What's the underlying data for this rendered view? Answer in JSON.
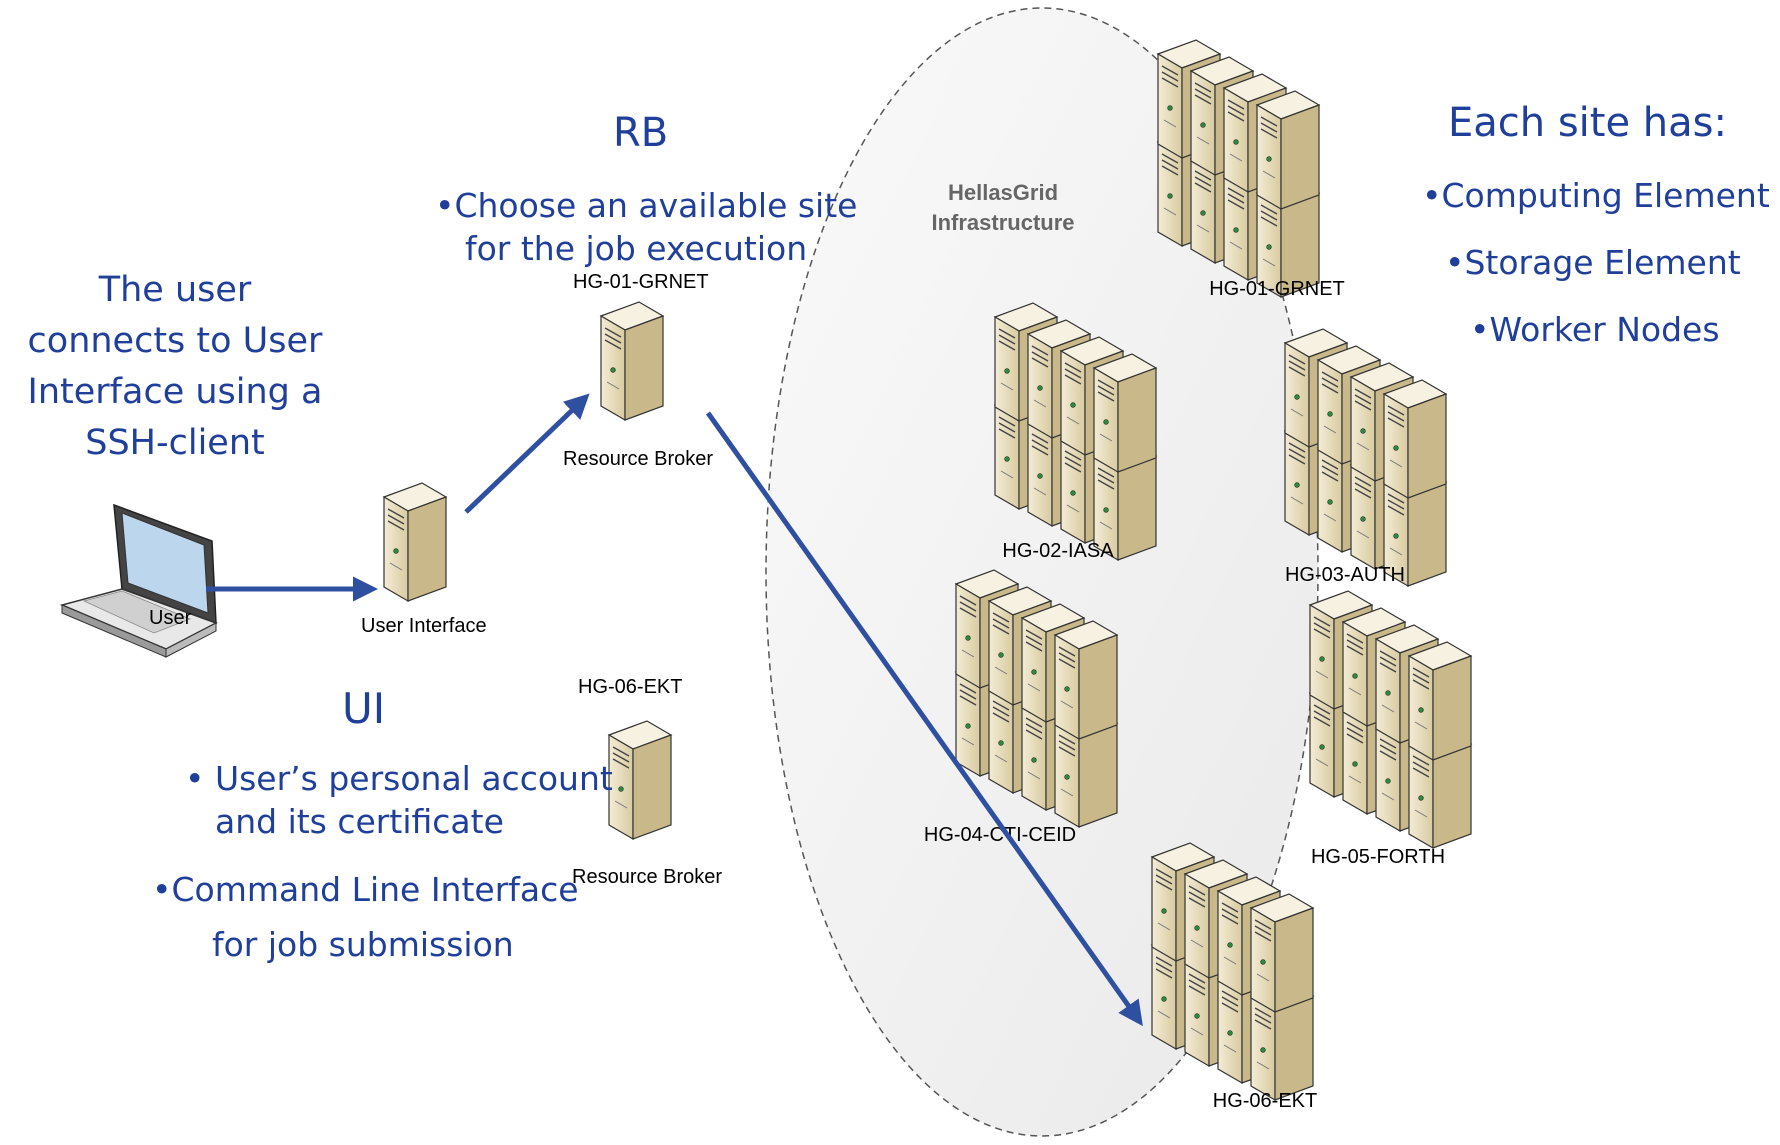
{
  "colors": {
    "arrow": "#2f4fa0",
    "text": "#1f3f9a",
    "ellipse_fill": "#f2f2f2",
    "ellipse_stroke": "#555555",
    "server_front": "#e8dfc4",
    "server_side": "#c8b98a"
  },
  "user_note": {
    "lines": [
      "The user",
      "connects to User",
      "Interface using a",
      "SSH-client"
    ]
  },
  "rb_note": {
    "title": "RB",
    "bullets": [
      "•Choose an available site",
      "for the job execution"
    ]
  },
  "ui_note": {
    "title": "UI",
    "bullets": [
      "• User’s personal account",
      "and its certificate",
      "•Command Line Interface",
      "for job submission"
    ]
  },
  "site_note": {
    "title": "Each site has:",
    "bullets": [
      "•Computing Element",
      "•Storage Element",
      "•Worker Nodes"
    ]
  },
  "nodes": {
    "user": {
      "label": "User",
      "icon": "laptop-icon"
    },
    "ui": {
      "label": "User Interface",
      "icon": "server-icon"
    },
    "rb1": {
      "site": "HG-01-GRNET",
      "label": "Resource Broker",
      "icon": "server-icon"
    },
    "rb2": {
      "site": "HG-06-EKT",
      "label": "Resource Broker",
      "icon": "server-icon"
    }
  },
  "grid": {
    "title_line1": "HellasGrid",
    "title_line2": "Infrastructure",
    "sites": [
      "HG-01-GRNET",
      "HG-02-IASA",
      "HG-03-AUTH",
      "HG-04-CTI-CEID",
      "HG-05-FORTH",
      "HG-06-EKT"
    ]
  }
}
